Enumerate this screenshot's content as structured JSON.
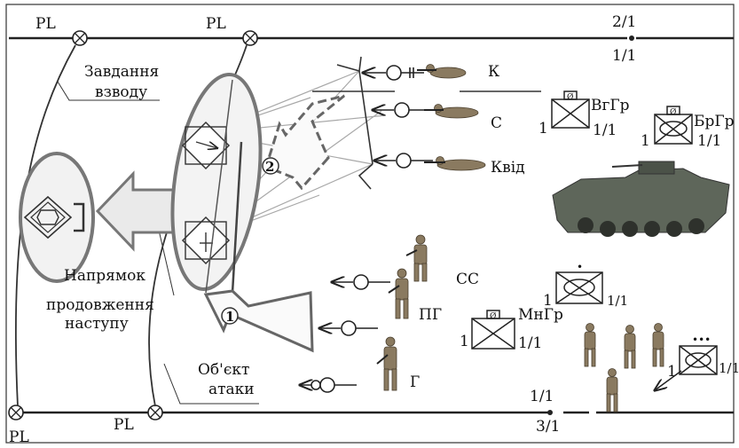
{
  "phase_lines": {
    "pl_top_left": "PL",
    "pl_top_mid": "PL",
    "pl_bottom_left": "PL",
    "pl_bottom_mid": "PL"
  },
  "boundaries": {
    "top_upper": "2/1",
    "top_lower": "1/1",
    "bottom_upper": "1/1",
    "bottom_lower": "3/1"
  },
  "labels": {
    "platoon_task_1": "Завдання",
    "platoon_task_2": "взводу",
    "direction_1": "Напрямок",
    "direction_2": "продовження",
    "direction_3": "наступу",
    "objective_1": "Об'єкт",
    "objective_2": "атаки"
  },
  "phases": {
    "phase_1": "1",
    "phase_2": "2"
  },
  "soldiers": {
    "k": "К",
    "s": "С",
    "kvid": "Квід",
    "ss": "СС",
    "pg": "ПГ",
    "g": "Г"
  },
  "groups": {
    "vgr": {
      "name": "ВгГр",
      "left": "1",
      "right": "1/1",
      "mark": "Ø"
    },
    "brgr": {
      "name": "БрГр",
      "left": "1",
      "right": "1/1",
      "mark": "Ø"
    },
    "mngr": {
      "name": "МнГр",
      "left": "1",
      "right": "1/1",
      "mark": "Ø"
    },
    "bmp_unit": {
      "left": "1",
      "right": "1/1",
      "mark": "•"
    },
    "squad_unit": {
      "left": "1",
      "right": "1/1",
      "mark": "•••"
    }
  },
  "colors": {
    "line": "#222222",
    "light": "#9a9a9a",
    "ellipse": "#777777"
  }
}
